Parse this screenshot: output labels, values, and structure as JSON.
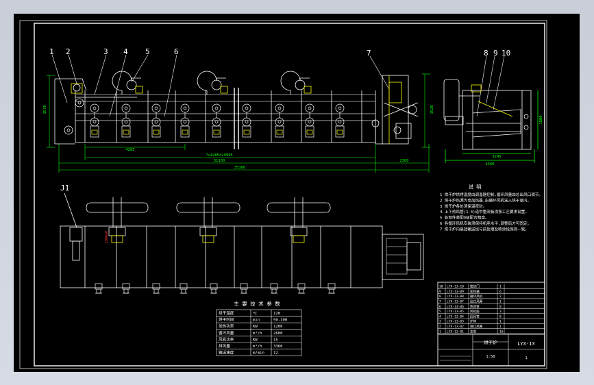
{
  "drawing": {
    "callouts": [
      "1",
      "2",
      "3",
      "4",
      "5",
      "6",
      "7",
      "8",
      "9",
      "10"
    ],
    "section_label": "J1",
    "dimensions": {
      "height_left": "1570",
      "span_4285": "4285",
      "span_long": "7×4285=29995",
      "span_total": "31100",
      "span_2300": "2300",
      "span_overall": "35300",
      "height_right": "1520",
      "side_3245": "3245",
      "side_4460": "4460",
      "side_height": "1800",
      "plan_mark": "1900±0"
    },
    "notes": {
      "title": "说  明",
      "items": [
        "1  烘干炉烘烤温度由调温器控制,循环风量由总出风口调节。",
        "2  烘干炉热源为电加热器,由循环风机送入烘干室内。",
        "3  烘干炉各处须保温密封。",
        "4  上下热风管(1-4)道中整流板须按工艺要求设置。",
        "5  各部件装配D级配合精度。",
        "6  各循环风机安装须保持机座水平,调整后方可固定。",
        "7  烘干炉内悬挂输送线与前处理及喷涂线保持一致。"
      ]
    },
    "tech_params": {
      "title": "主 要 技 术 参 数",
      "rows": [
        [
          "烘干温度",
          "℃",
          "120"
        ],
        [
          "烘干时间",
          "min",
          "50-100"
        ],
        [
          "加热功率",
          "KW",
          "1206"
        ],
        [
          "循环风量",
          "m³/h",
          "2600"
        ],
        [
          "风机功率",
          "KW",
          "15"
        ],
        [
          "排风量",
          "m³/h",
          "3360"
        ],
        [
          "输送速度",
          "m/min",
          "12"
        ]
      ]
    },
    "title_block": {
      "parts": [
        [
          "10",
          "LYX-13-10",
          "密封门",
          "1"
        ],
        [
          "9",
          "LYX-13-09",
          "加热器",
          "6"
        ],
        [
          "8",
          "LYX-13-08",
          "循环风机",
          "3"
        ],
        [
          "7",
          "LYX-13-07",
          "出口风幕",
          "1"
        ],
        [
          "6",
          "LYX-13-06",
          "热风管",
          "8"
        ],
        [
          "5",
          "LYX-13-05",
          "风机座",
          "3"
        ],
        [
          "4",
          "LYX-13-04",
          "回风管",
          "8"
        ],
        [
          "3",
          "LYX-13-03",
          "炉体",
          "1"
        ],
        [
          "2",
          "LYX-13-02",
          "进口风幕",
          "1"
        ],
        [
          "1",
          "LYX-13-01",
          "支架",
          "16"
        ]
      ],
      "name": "烘干炉",
      "drawing_no": "LYX-13",
      "scale": "1:50",
      "sheet": "1"
    }
  }
}
